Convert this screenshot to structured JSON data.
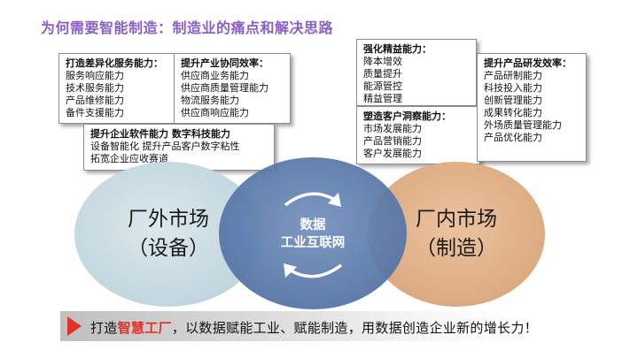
{
  "title": "为何需要智能制造：制造业的痛点和解决思路",
  "boxes": {
    "differentiated_service": {
      "heading": "打造差异化服务能力：",
      "items": [
        "服务响应能力",
        "技术服务能力",
        "产品维修能力",
        "备件支援能力"
      ]
    },
    "industry_synergy": {
      "heading": "提升产业协同效率：",
      "items": [
        "供应商业务能力",
        "供应商质量管理能力",
        "物流服务能力",
        "供应商响应能力"
      ]
    },
    "software_capability": {
      "heading": "提升企业软件能力 数字科技能力",
      "items": [
        "设备智能化 提升产品客户数字粘性",
        "拓宽企业应收赛道"
      ]
    },
    "lean_efficiency": {
      "heading": "强化精益能力：",
      "items": [
        "降本增效",
        "质量提升",
        "能源管控",
        "精益管理"
      ]
    },
    "customer_insight": {
      "heading": "塑造客户洞察能力：",
      "items": [
        "市场发展能力",
        "产品营销能力",
        "客户发展能力"
      ]
    },
    "rd_efficiency": {
      "heading": "提升产品研发效率：",
      "items": [
        "产品研制能力",
        "科技投入能力",
        "创新管理能力",
        "成果转化能力",
        "外场质量管理能力",
        "产品优化能力"
      ]
    }
  },
  "circles": {
    "left": {
      "line1": "厂外市场",
      "line2": "（设备）"
    },
    "center": {
      "line1": "数据",
      "line2": "工业互联网"
    },
    "right": {
      "line1": "厂内市场",
      "line2": "（制造）"
    }
  },
  "banner": {
    "prefix": "打造",
    "highlight": "智慧工厂",
    "suffix": "，以数据赋能工业、赋能制造，用数据创造企业新的增长力！"
  },
  "colors": {
    "title": "#8a5fc6",
    "left_circle": "#c9dce3",
    "center_circle": "#5f7fae",
    "right_circle": "#e3b48d",
    "highlight": "#e0312a"
  }
}
